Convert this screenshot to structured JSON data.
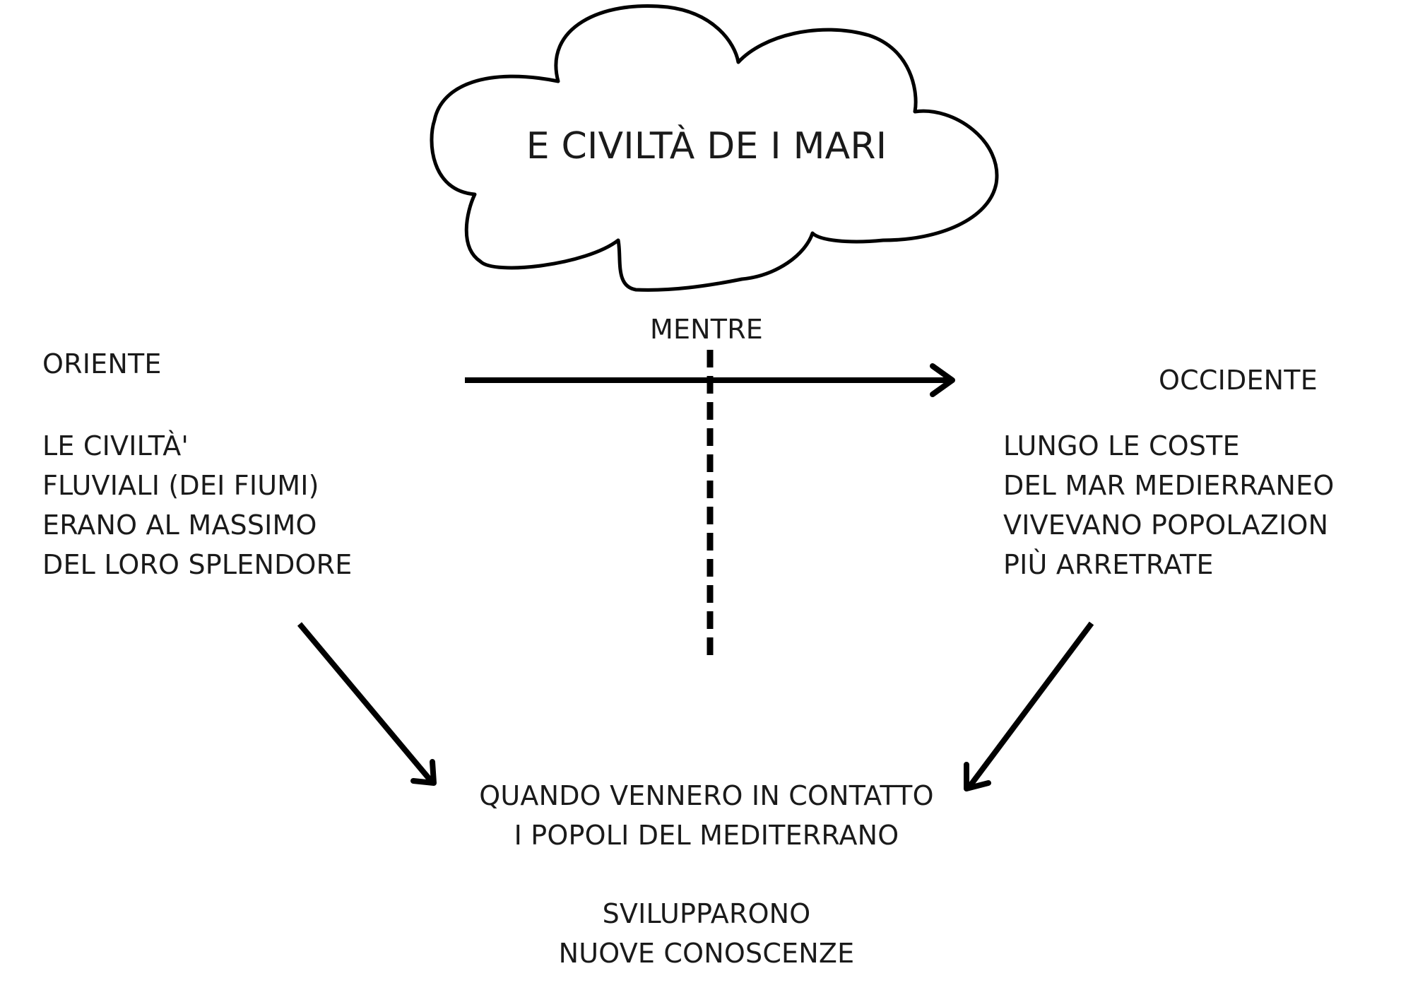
{
  "cloud": {
    "title": "E CIVILTÀ DE I MARI"
  },
  "divider": {
    "label": "MENTRE"
  },
  "oriente": {
    "heading": "ORIENTE",
    "lines": [
      "LE CIVILTÀ'",
      "FLUVIALI (DEI FIUMI)",
      "ERANO AL MASSIMO",
      "DEL LORO SPLENDORE"
    ]
  },
  "occidente": {
    "heading": "OCCIDENTE",
    "lines": [
      "LUNGO LE COSTE",
      "DEL MAR MEDIERRANEO",
      "VIVEVANO POPOLAZION",
      "PIÙ ARRETRATE"
    ]
  },
  "conclusion": {
    "contact_lines": [
      "QUANDO VENNERO IN CONTATTO",
      "I POPOLI DEL MEDITERRANO"
    ],
    "result_lines": [
      "SVILUPPARONO",
      "NUOVE CONOSCENZE"
    ]
  },
  "colors": {
    "ink": "#000000",
    "text": "#1a1a1a",
    "background": "#ffffff"
  }
}
